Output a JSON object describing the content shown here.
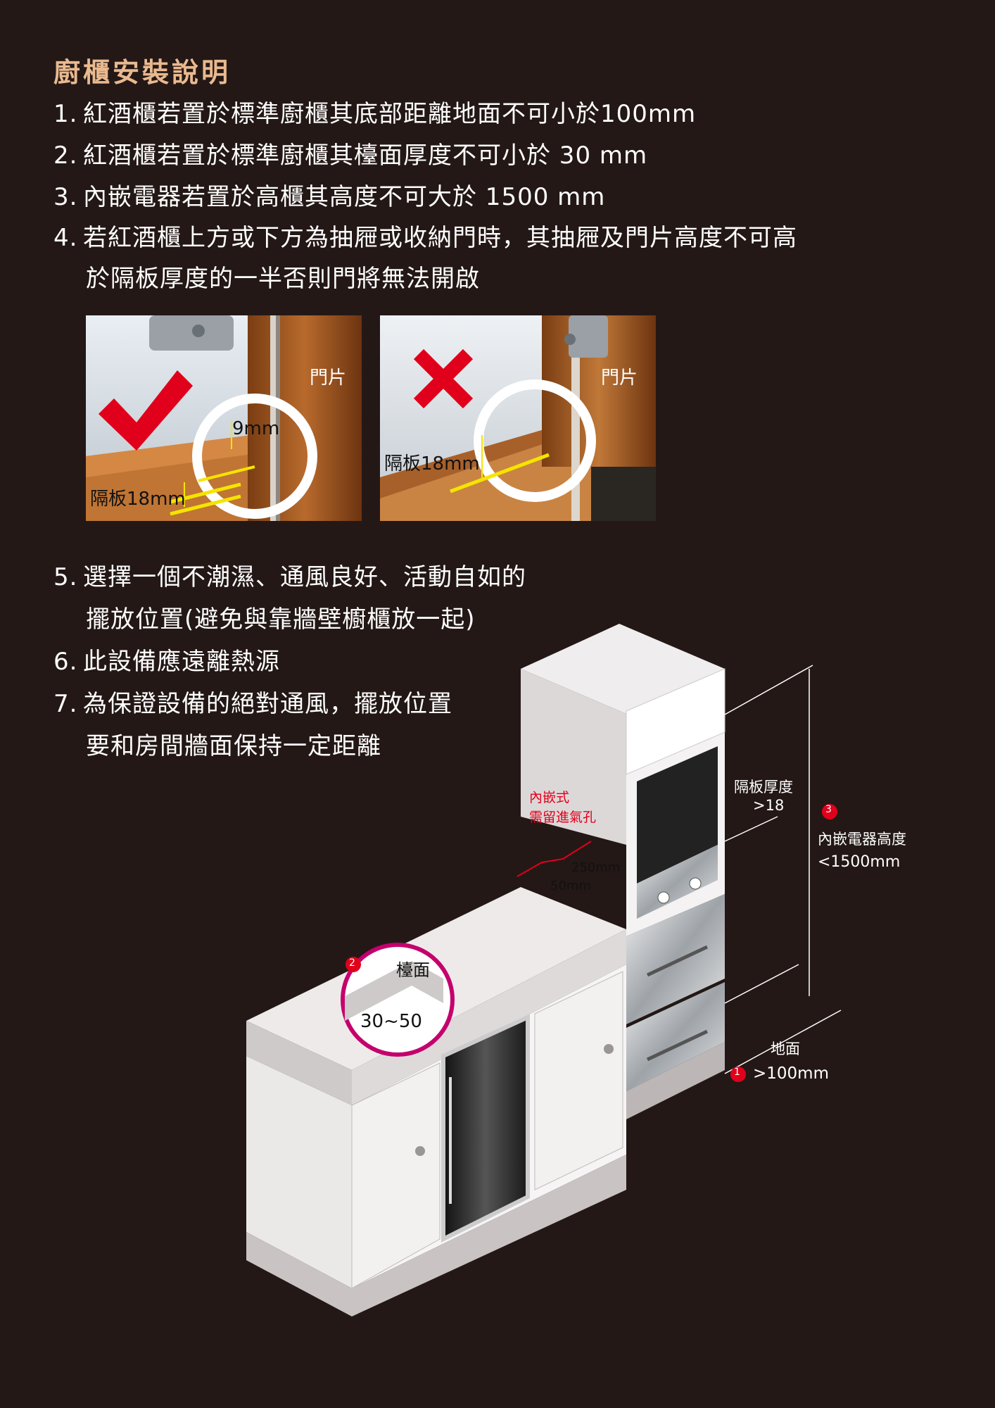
{
  "title": "廚櫃安裝說明",
  "rules": [
    {
      "num": "1.",
      "text": "紅酒櫃若置於標準廚櫃其底部距離地面不可小於100mm"
    },
    {
      "num": "2.",
      "text": "紅酒櫃若置於標準廚櫃其檯面厚度不可小於 30 mm"
    },
    {
      "num": "3.",
      "text": "內嵌電器若置於高櫃其高度不可大於 1500 mm"
    },
    {
      "num": "4.",
      "text": "若紅酒櫃上方或下方為抽屜或收納門時，其抽屜及門片高度不可高",
      "cont": "於隔板厚度的一半否則門將無法開啟"
    },
    {
      "num": "5.",
      "text": "選擇一個不潮濕、通風良好、活動自如的",
      "cont": "擺放位置(避免與靠牆壁櫥櫃放一起)"
    },
    {
      "num": "6.",
      "text": "此設備應遠離熱源"
    },
    {
      "num": "7.",
      "text": "為保證設備的絕對通風，擺放位置",
      "cont": "要和房間牆面保持一定距離"
    }
  ],
  "photos": {
    "correct": {
      "door_label": "門片",
      "gap_label": "9mm",
      "shelf_label": "隔板18mm",
      "mark_icon": "check-icon"
    },
    "wrong": {
      "door_label": "門片",
      "shelf_label": "隔板18mm",
      "mark_icon": "cross-icon"
    }
  },
  "diagram": {
    "vent_note_line1": "內嵌式",
    "vent_note_line2": "需留進氣孔",
    "vent_depth": "250mm",
    "vent_gap": "50mm",
    "shelf_thickness_label": "隔板厚度",
    "shelf_thickness_value": ">18",
    "marker_1": "1",
    "marker_2": "2",
    "marker_3": "3",
    "appliance_height_label": "內嵌電器高度",
    "appliance_height_value": "<1500mm",
    "counter_label": "檯面",
    "counter_value": "30~50",
    "floor_label": "地面",
    "floor_value": ">100mm"
  },
  "colors": {
    "background": "#231816",
    "title": "#e9b98f",
    "accent_red": "#e0001b",
    "magenta": "#c4006d",
    "measure_yellow": "#f5e400"
  }
}
